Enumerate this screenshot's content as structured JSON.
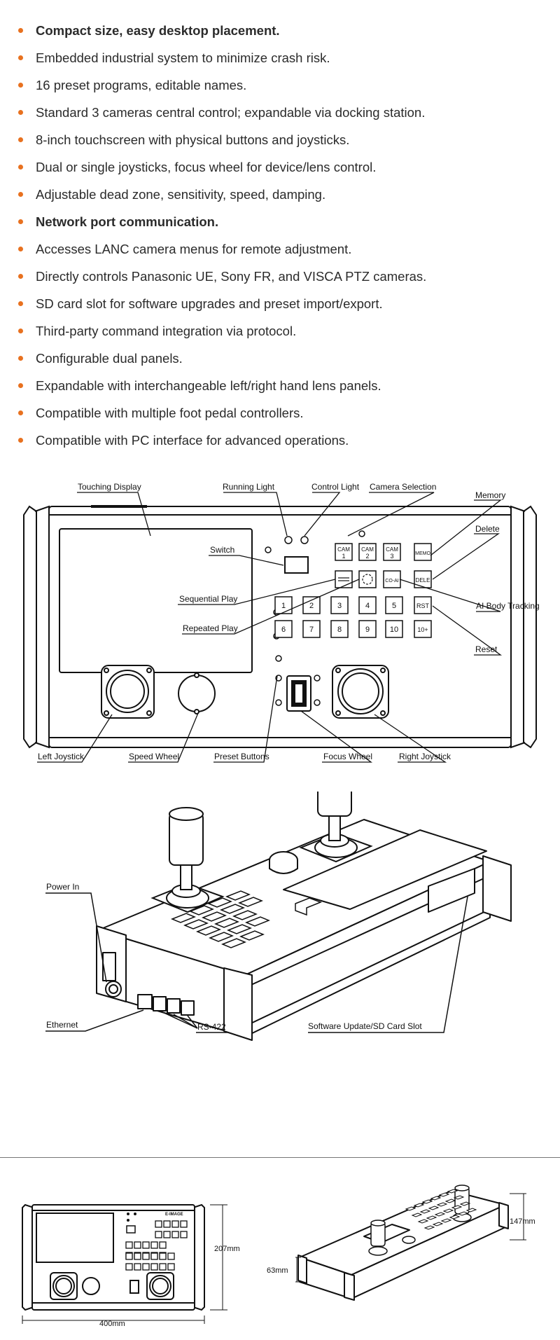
{
  "features": [
    {
      "text": "Compact size, easy desktop placement.",
      "bold": true
    },
    {
      "text": "Embedded industrial system to minimize crash risk.",
      "bold": false
    },
    {
      "text": "16 preset programs, editable names.",
      "bold": false
    },
    {
      "text": "Standard 3 cameras central control; expandable via docking station.",
      "bold": false
    },
    {
      "text": "8-inch touchscreen with physical buttons and joysticks.",
      "bold": false
    },
    {
      "text": "Dual or single joysticks, focus wheel for device/lens control.",
      "bold": false
    },
    {
      "text": "Adjustable dead zone, sensitivity, speed, damping.",
      "bold": false
    },
    {
      "text": "Network port communication.",
      "bold": true
    },
    {
      "text": "Accesses LANC camera menus for remote adjustment.",
      "bold": false
    },
    {
      "text": "Directly controls Panasonic UE, Sony FR, and VISCA PTZ cameras.",
      "bold": false
    },
    {
      "text": "SD card slot for software upgrades and preset import/export.",
      "bold": false
    },
    {
      "text": "Third-party command integration via protocol.",
      "bold": false
    },
    {
      "text": "Configurable dual panels.",
      "bold": false
    },
    {
      "text": "Expandable with interchangeable left/right hand lens panels.",
      "bold": false
    },
    {
      "text": "Compatible with multiple foot pedal controllers.",
      "bold": false
    },
    {
      "text": "Compatible with PC interface for advanced operations.",
      "bold": false
    }
  ],
  "front_diagram": {
    "labels": {
      "touching_display": "Touching Display",
      "running_light": "Running Light",
      "control_light": "Control Light",
      "camera_selection": "Camera Selection",
      "memory": "Memory",
      "switch": "Switch",
      "delete": "Delete",
      "sequential_play": "Sequential Play",
      "ai_body_tracking": "AI Body Tracking",
      "repeated_play": "Repeated Play",
      "reset": "Reset",
      "left_joystick": "Left Joystick",
      "speed_wheel": "Speed Wheel",
      "preset_buttons": "Preset Buttons",
      "focus_wheel": "Focus Wheel",
      "right_joystick": "Right Joystick"
    },
    "buttons": {
      "cam_top": "CAM",
      "cam1": "1",
      "cam2": "2",
      "cam3": "3",
      "memo": "MEMO",
      "dele": "DELE",
      "coai": "CO-AI",
      "rst": "RST",
      "p1": "1",
      "p2": "2",
      "p3": "3",
      "p4": "4",
      "p5": "5",
      "p6": "6",
      "p7": "7",
      "p8": "8",
      "p9": "9",
      "p10": "10",
      "p10plus": "10+"
    }
  },
  "iso_diagram": {
    "labels": {
      "power_in": "Power In",
      "ethernet": "Ethernet",
      "rs422": "RS-422",
      "sd_slot": "Software Update/SD Card Slot"
    }
  },
  "dimensions": {
    "height_front": "207mm",
    "width_front": "400mm",
    "depth_side": "147mm",
    "thickness": "63mm",
    "brand": "E-IMAGE"
  }
}
